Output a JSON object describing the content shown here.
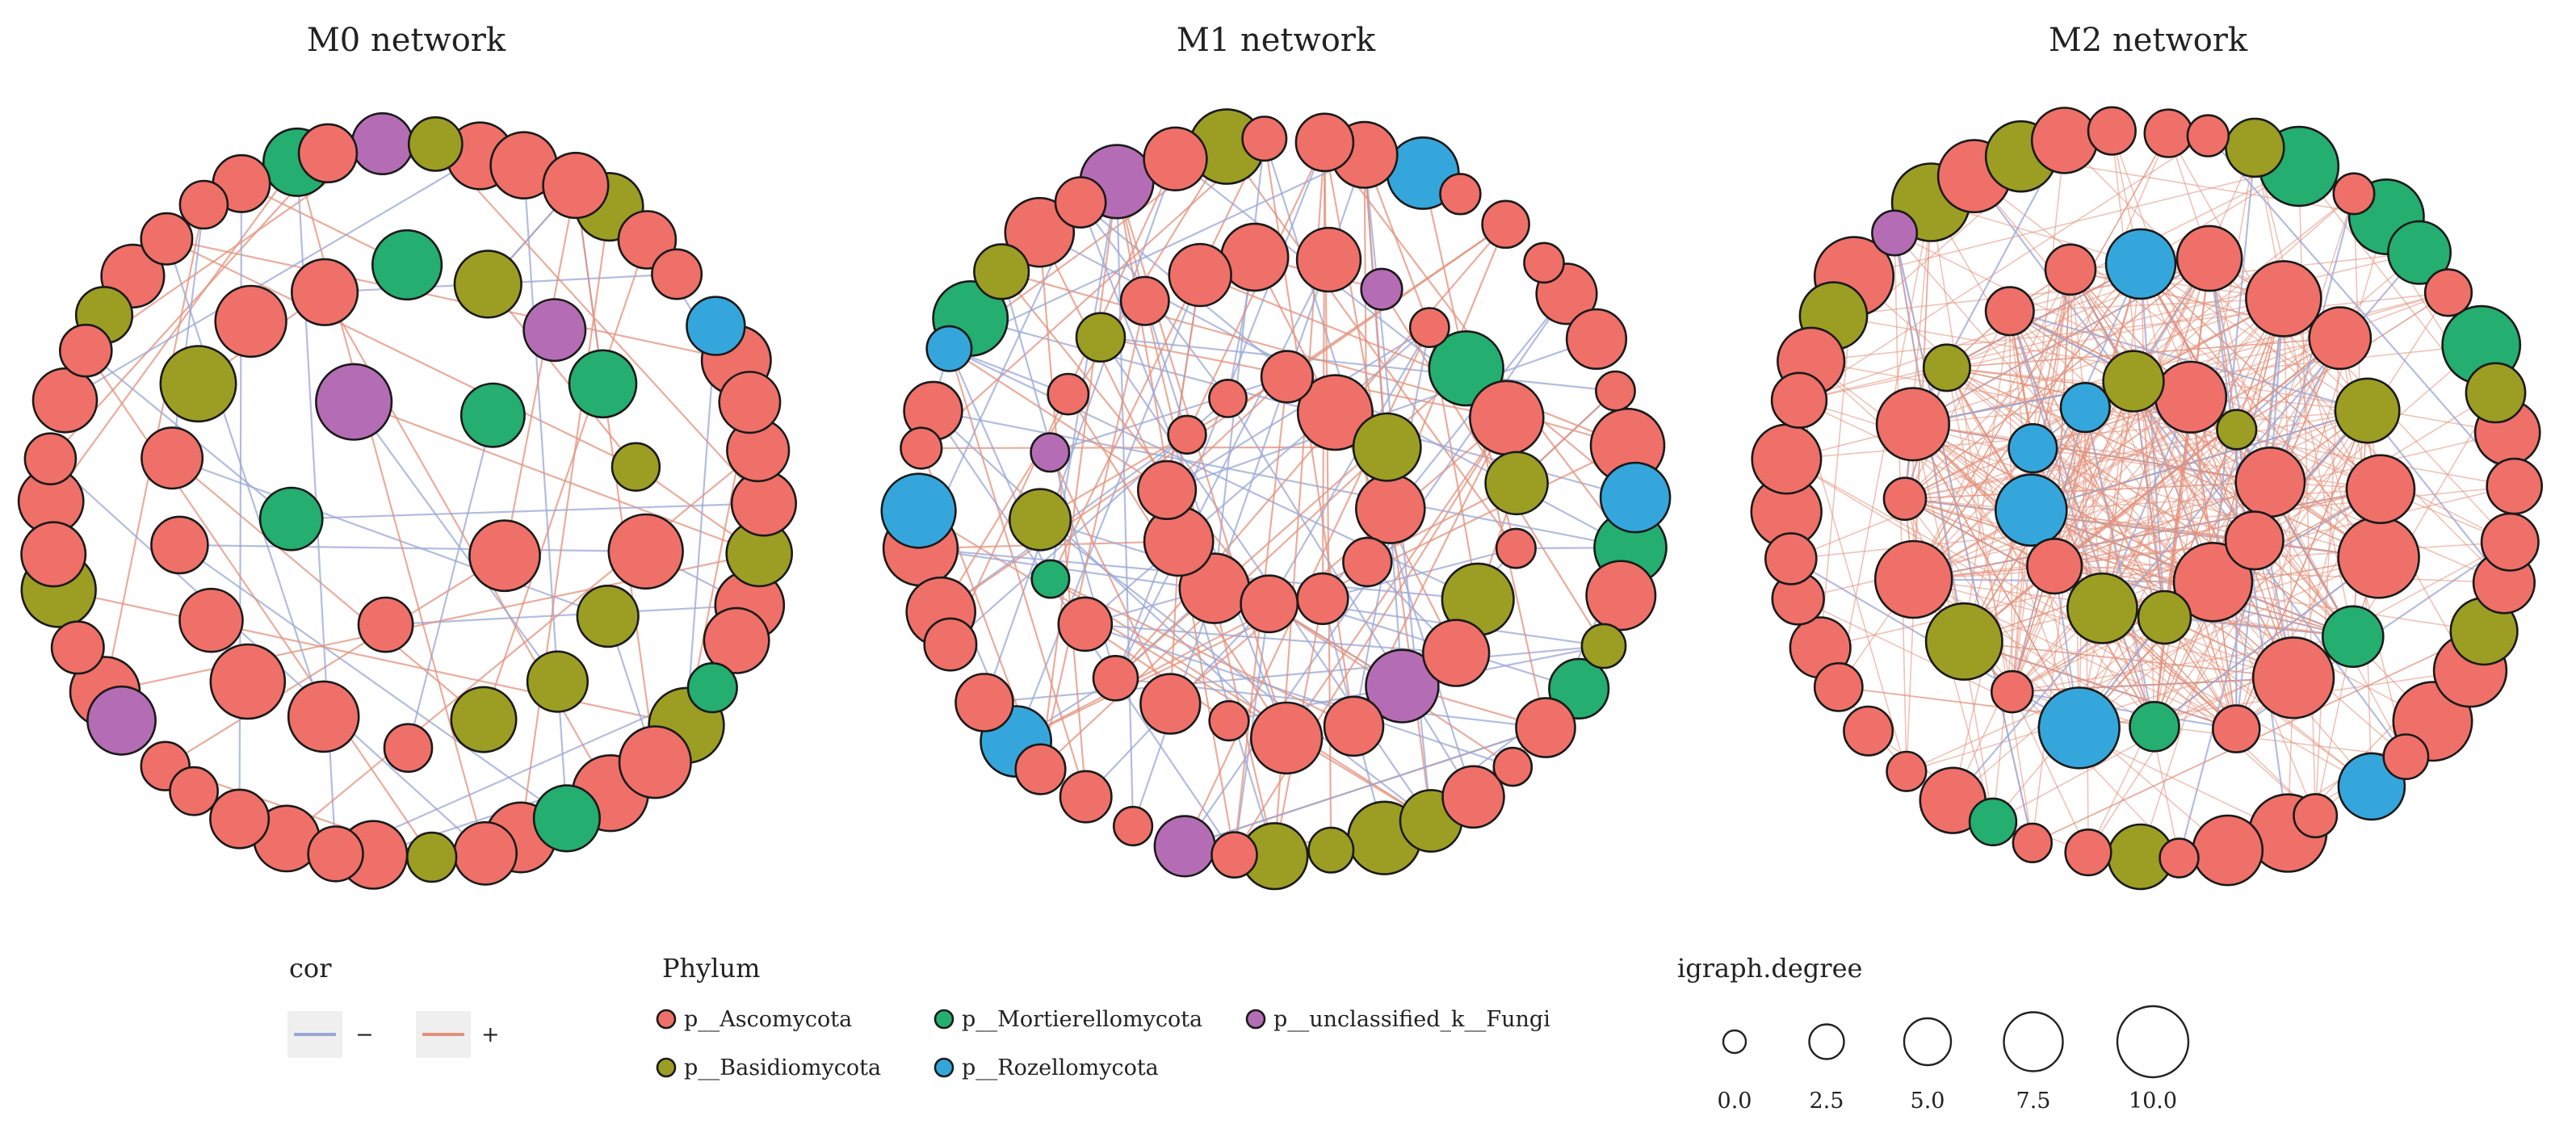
{
  "panels": [
    {
      "title": "M0 network",
      "nodes": 69,
      "edges": 55,
      "pos_fraction": 0.6,
      "hub_ratio": 0.0,
      "nodes_per_ring": [
        46,
        18,
        5
      ],
      "size_range": [
        5,
        11
      ]
    },
    {
      "title": "M1 network",
      "nodes": 80,
      "edges": 150,
      "pos_fraction": 0.5,
      "hub_ratio": 0.0,
      "nodes_per_ring": [
        44,
        24,
        12
      ],
      "size_range": [
        3,
        11
      ]
    },
    {
      "title": "M2 network",
      "nodes": 78,
      "edges": 620,
      "pos_fraction": 0.85,
      "hub_ratio": 0.75,
      "nodes_per_ring": [
        46,
        20,
        12
      ],
      "size_range": [
        3,
        12
      ]
    }
  ],
  "legend": {
    "cor": {
      "title": "cor",
      "items": [
        {
          "label": "−",
          "color": "#9AA7D6"
        },
        {
          "label": "+",
          "color": "#E3917C"
        }
      ]
    },
    "phylum": {
      "title": "Phylum",
      "items": [
        {
          "label": "p__Ascomycota",
          "color": "#EF7068"
        },
        {
          "label": "p__Basidiomycota",
          "color": "#9B9E23"
        },
        {
          "label": "p__Mortierellomycota",
          "color": "#24AE6F"
        },
        {
          "label": "p__Rozellomycota",
          "color": "#35A6DC"
        },
        {
          "label": "p__unclassified_k__Fungi",
          "color": "#B46DB4"
        }
      ]
    },
    "degree": {
      "title": "igraph.degree",
      "items": [
        {
          "label": "0.0",
          "value": 0.0
        },
        {
          "label": "2.5",
          "value": 2.5
        },
        {
          "label": "5.0",
          "value": 5.0
        },
        {
          "label": "7.5",
          "value": 7.5
        },
        {
          "label": "10.0",
          "value": 10.0
        }
      ]
    }
  }
}
